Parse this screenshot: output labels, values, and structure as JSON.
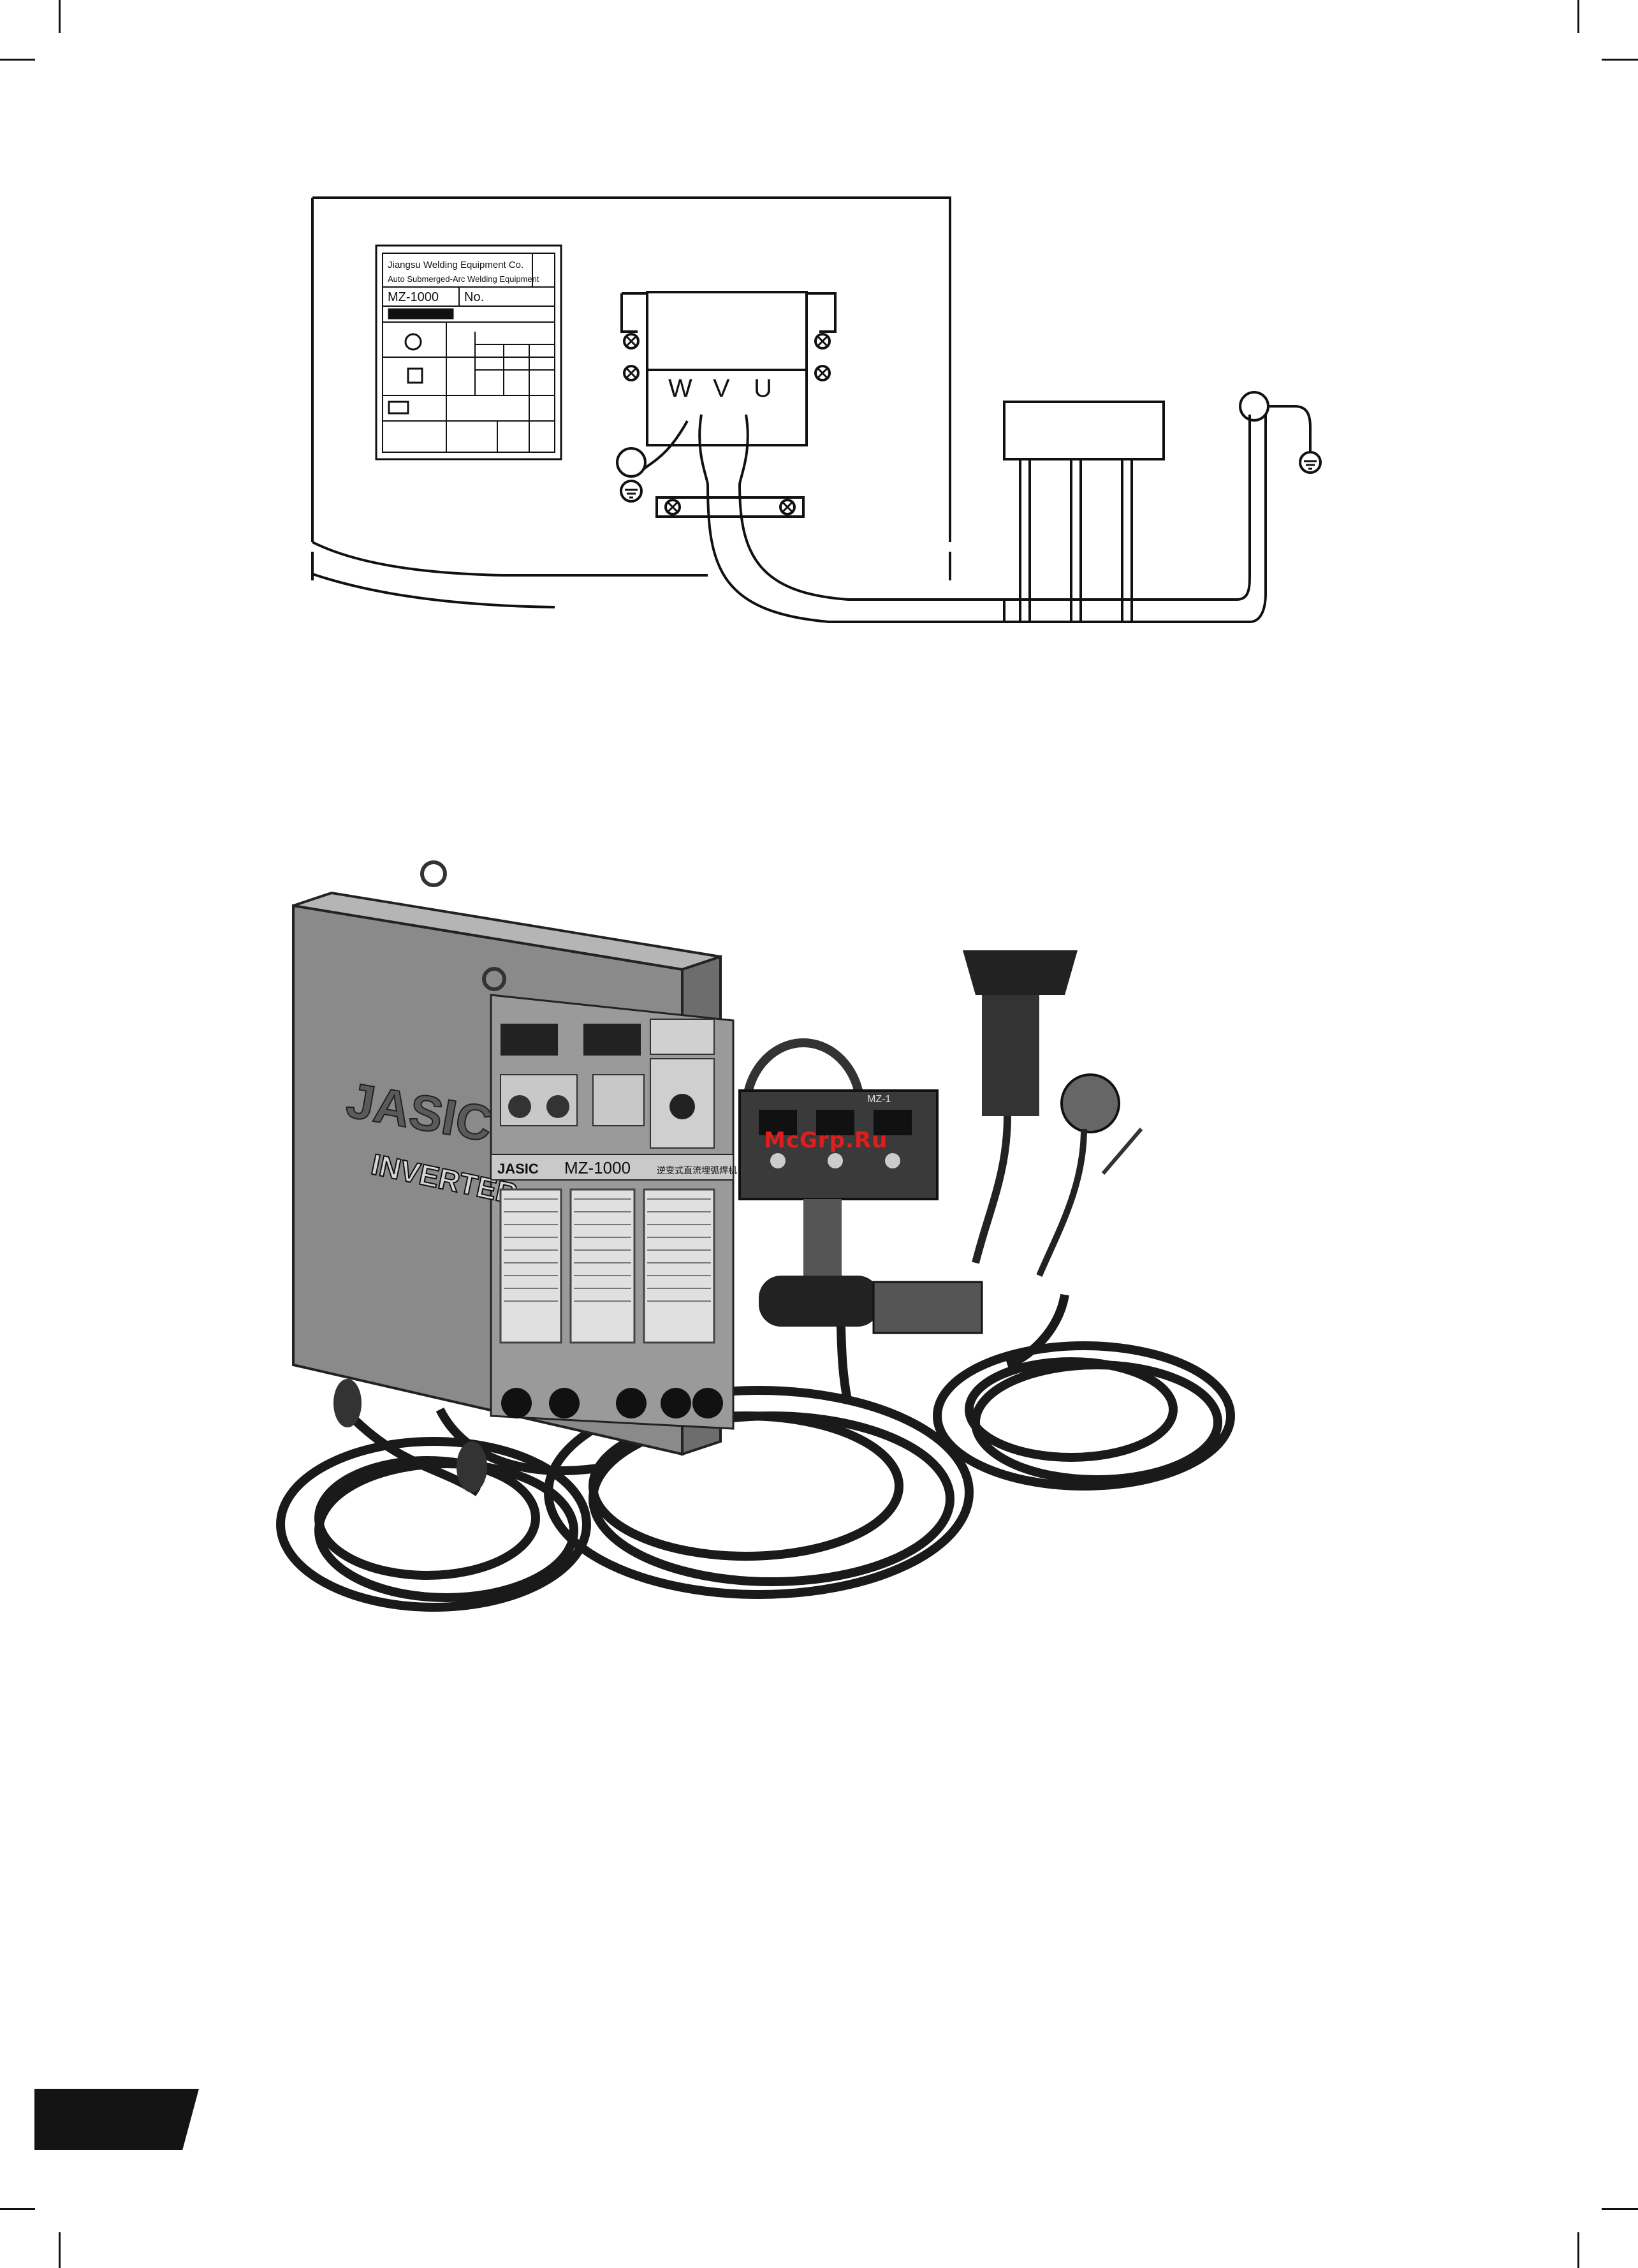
{
  "diagram": {
    "terminal_labels": [
      "W",
      "V",
      "U"
    ],
    "nameplate": {
      "header_lines": [
        "Jiangsu Welding Equipment Co.",
        "Auto Submerged-Arc Welding Equipment"
      ],
      "model": "MZ-1000",
      "serial_label": "No."
    }
  },
  "photo": {
    "brand": "JASIC",
    "side_text": "INVERTER",
    "model_label": "MZ-1000",
    "chinese_label": "逆变式直流埋弧焊机",
    "controller_model": "MZ-1"
  },
  "watermark": "McGrp.Ru",
  "colors": {
    "watermark": "#e11d1d",
    "ink": "#111111",
    "page": "#ffffff"
  }
}
